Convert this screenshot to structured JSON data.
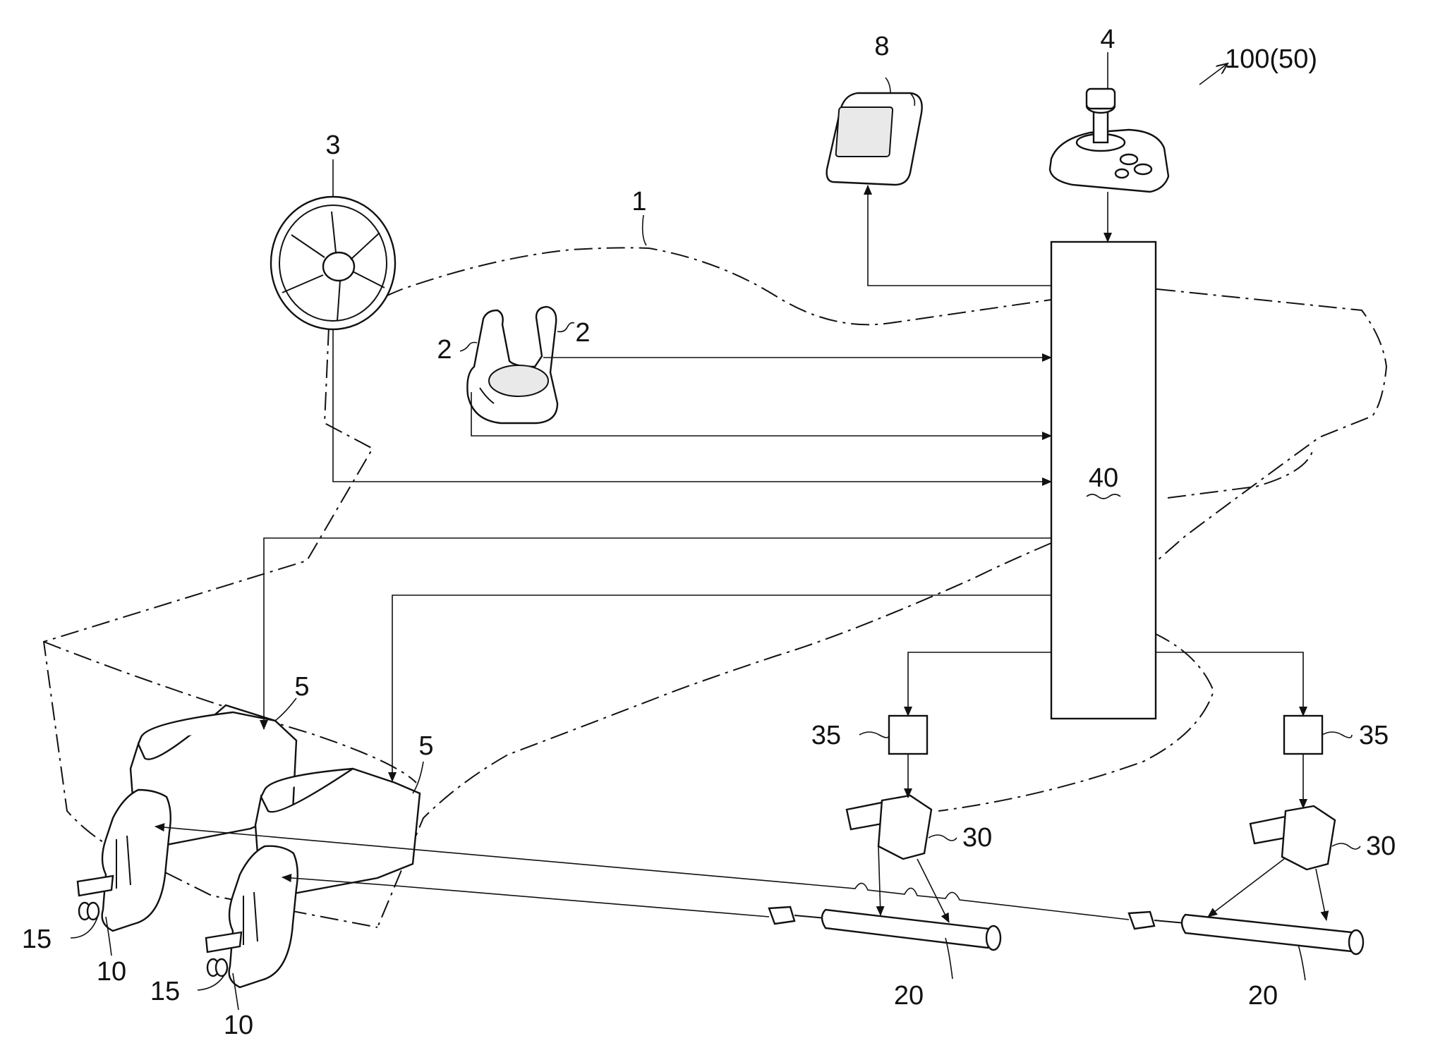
{
  "figure": {
    "system_ref": "100(50)",
    "labels": {
      "hull": "1",
      "remote_left": "2",
      "remote_right": "2",
      "steering_wheel": "3",
      "joystick": "4",
      "engine_a": "5",
      "engine_b": "5",
      "display": "8",
      "outboard_a": "10",
      "outboard_b": "10",
      "propeller_a": "15",
      "propeller_b": "15",
      "actuator_a": "20",
      "actuator_b": "20",
      "pump_a": "30",
      "pump_b": "30",
      "driver_a": "35",
      "driver_b": "35",
      "controller": "40"
    }
  }
}
